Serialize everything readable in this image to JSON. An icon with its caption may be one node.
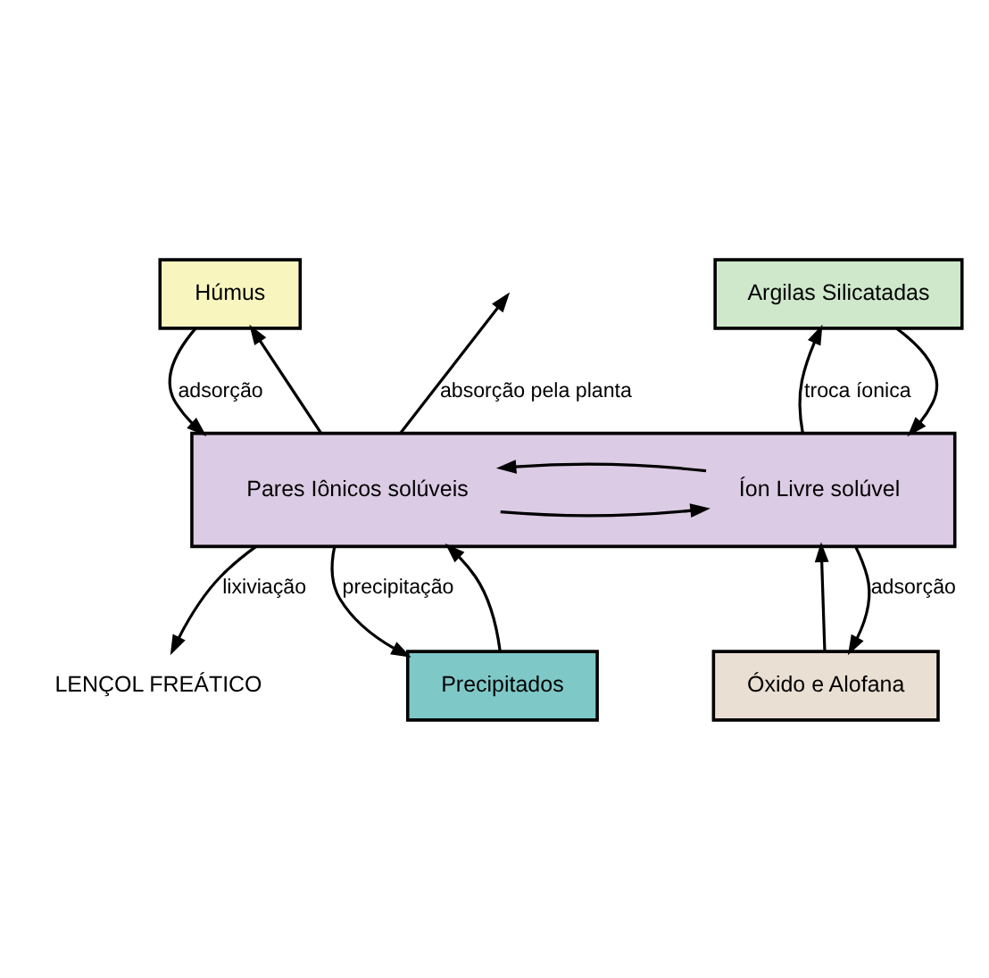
{
  "diagram": {
    "nodes": [
      {
        "text": [
          "Húmus"
        ]
      },
      {
        "text": [
          "Argilas Silicatadas"
        ]
      },
      {
        "text": [],
        "shape": "box"
      },
      {
        "text": [
          "Pares Iônicos solúveis"
        ],
        "in": 2
      },
      {
        "text": [
          "Íon Livre solúvel"
        ],
        "in": 2
      },
      {
        "text": [
          "Precipitados"
        ]
      },
      {
        "text": [
          "Óxido e Alofana"
        ]
      },
      {
        "text": [
          "LENÇOL FREÁTICO"
        ]
      }
    ],
    "edges": [
      {
        "from": 0,
        "to": 2,
        "arrow": "to",
        "label": "adsorção"
      },
      {
        "from": 2,
        "to": 0,
        "arrow": "to"
      },
      {
        "from": 2,
        "to": null,
        "arrow": "to",
        "label": "absorção pela planta"
      },
      {
        "from": 2,
        "to": 1,
        "arrow": "to",
        "label": "troca íonica"
      },
      {
        "from": 1,
        "to": 2,
        "arrow": "to"
      },
      {
        "from": 3,
        "to": 4,
        "arrow": "to"
      },
      {
        "from": 4,
        "to": 3,
        "arrow": "to"
      },
      {
        "from": 2,
        "to": 5,
        "arrow": "to",
        "label": "precipitação"
      },
      {
        "from": 5,
        "to": 2,
        "arrow": "to"
      },
      {
        "from": 2,
        "to": 7,
        "arrow": "to",
        "label": "lixiviação"
      },
      {
        "from": 2,
        "to": 6,
        "arrow": "to",
        "label": "adsorção"
      },
      {
        "from": 6,
        "to": 2,
        "arrow": "to"
      }
    ]
  }
}
